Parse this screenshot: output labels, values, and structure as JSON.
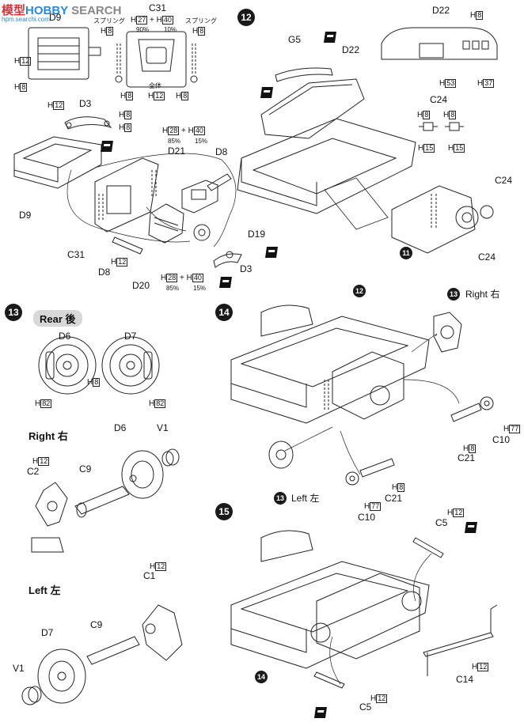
{
  "watermark": {
    "left": "模型",
    "mid": "HOBBY",
    "right": "SEARCH",
    "sub": "hpm.searchi.com"
  },
  "step11": {
    "labels": {
      "d9_top": "D9",
      "c31_top": "C31",
      "spring_left": "スプリング",
      "spring_right": "スプリング",
      "h8_spring_l": "8",
      "h27": "27",
      "h40": "40",
      "pct90": "90%",
      "pct10": "10%",
      "h8_spring_r": "8",
      "h12_d9": "12",
      "h8_d9": "8",
      "h8_c31a": "8",
      "zentai": "全体",
      "h12_c31": "12",
      "h8_c31b": "8",
      "d3_top": "D3",
      "h12_d3": "12",
      "h8_d3a": "8",
      "h8_d3b": "8",
      "h28": "28",
      "h40b": "40",
      "pct85": "85%",
      "pct15": "15%",
      "d21": "D21",
      "d8_right": "D8",
      "d9": "D9",
      "c31": "C31",
      "h12_d8": "12",
      "d8": "D8",
      "d20": "D20",
      "h28b": "28",
      "h40c": "40",
      "pct85b": "85%",
      "pct15b": "15%",
      "d19": "D19",
      "d3": "D3"
    }
  },
  "step12": {
    "num": "12",
    "labels": {
      "g5": "G5",
      "d22": "D22",
      "d22b": "D22",
      "h8": "8",
      "h53": "53",
      "h37": "37",
      "c24": "C24",
      "h8a": "8",
      "h8b": "8",
      "h15a": "15",
      "h15b": "15",
      "c24_r": "C24",
      "c24_b": "C24",
      "ref11": "11"
    }
  },
  "step13": {
    "num": "13",
    "rear": "Rear 後",
    "labels": {
      "d6": "D6",
      "d7": "D7",
      "h82a": "82",
      "h8": "8",
      "h82b": "82",
      "right": "Right 右",
      "h12_c2": "12",
      "c2": "C2",
      "c9": "C9",
      "d6b": "D6",
      "v1": "V1",
      "left": "Left 左",
      "h12_c1": "12",
      "c1": "C1",
      "d7b": "D7",
      "c9b": "C9",
      "v1b": "V1"
    }
  },
  "step14": {
    "num": "14",
    "labels": {
      "ref12": "12",
      "ref13r": "13",
      "right": "Right 右",
      "h77": "77",
      "c10": "C10",
      "h8": "8",
      "c21": "C21",
      "ref13l": "13",
      "left": "Left 左",
      "h8b": "8",
      "c21b": "C21",
      "h77b": "77",
      "c10b": "C10"
    }
  },
  "step15": {
    "num": "15",
    "labels": {
      "h12_c5": "12",
      "c5": "C5",
      "ref14": "14",
      "h12_c5b": "12",
      "c5b": "C5",
      "h12_c14": "12",
      "c14": "C14"
    }
  }
}
